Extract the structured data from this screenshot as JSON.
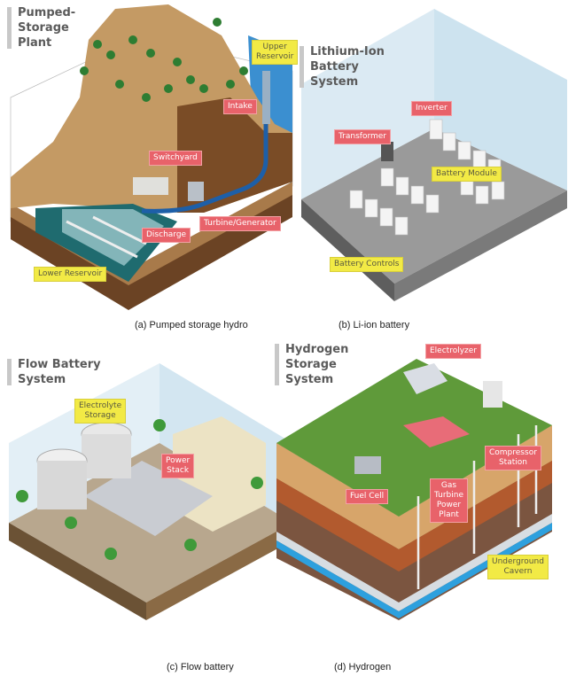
{
  "panels": {
    "a": {
      "title": [
        "Pumped-",
        "Storage",
        "Plant"
      ],
      "caption": "(a) Pumped storage hydro",
      "labels": {
        "upper_reservoir": [
          "Upper",
          "Reservoir"
        ],
        "intake": "Intake",
        "switchyard": "Switchyard",
        "turbine_generator": "Turbine/Generator",
        "discharge": "Discharge",
        "lower_reservoir": "Lower Reservoir"
      }
    },
    "b": {
      "title": [
        "Lithium-Ion",
        "Battery",
        "System"
      ],
      "caption": "(b) Li-ion battery",
      "labels": {
        "inverter": "Inverter",
        "transformer": "Transformer",
        "battery_module": "Battery Module",
        "battery_controls": "Battery Controls"
      }
    },
    "c": {
      "title": [
        "Flow Battery",
        "System"
      ],
      "caption": "(c) Flow battery",
      "labels": {
        "electrolyte_storage": [
          "Electrolyte",
          "Storage"
        ],
        "power_stack": [
          "Power",
          "Stack"
        ]
      }
    },
    "d": {
      "title": [
        "Hydrogen",
        "Storage",
        "System"
      ],
      "caption": "(d) Hydrogen",
      "labels": {
        "electrolyzer": "Electrolyzer",
        "compressor_station": [
          "Compressor",
          "Station"
        ],
        "fuel_cell": "Fuel Cell",
        "gas_turbine_power_plant": [
          "Gas",
          "Turbine",
          "Power",
          "Plant"
        ],
        "underground_cavern": [
          "Underground",
          "Cavern"
        ]
      }
    }
  },
  "colors": {
    "red_label": "#e8626a",
    "yellow_label": "#f2ea45",
    "title_gray": "#5a5a5a"
  }
}
